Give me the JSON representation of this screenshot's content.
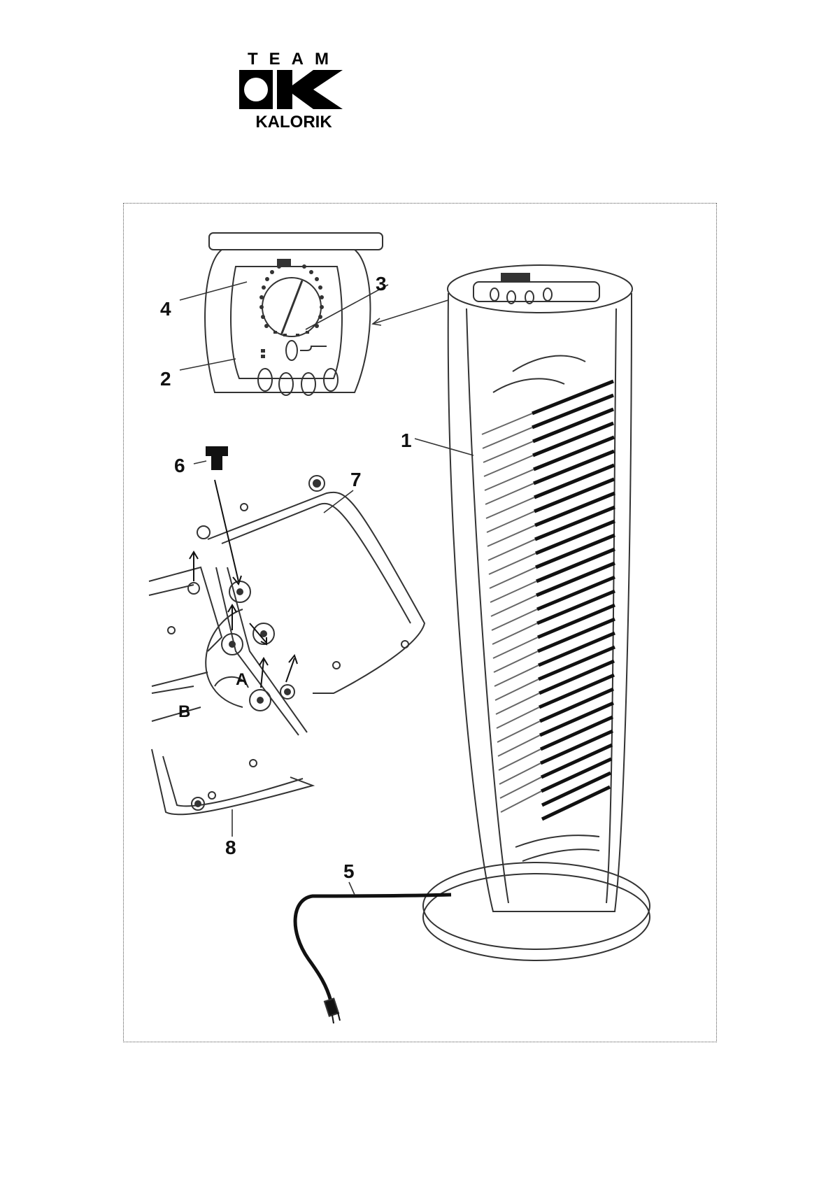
{
  "logo": {
    "top_text": "TEAM",
    "bottom_text": "KALORIK"
  },
  "figure": {
    "callouts": [
      "1",
      "2",
      "3",
      "4",
      "5",
      "6",
      "7",
      "8"
    ],
    "sub_labels": [
      "A",
      "B"
    ]
  }
}
